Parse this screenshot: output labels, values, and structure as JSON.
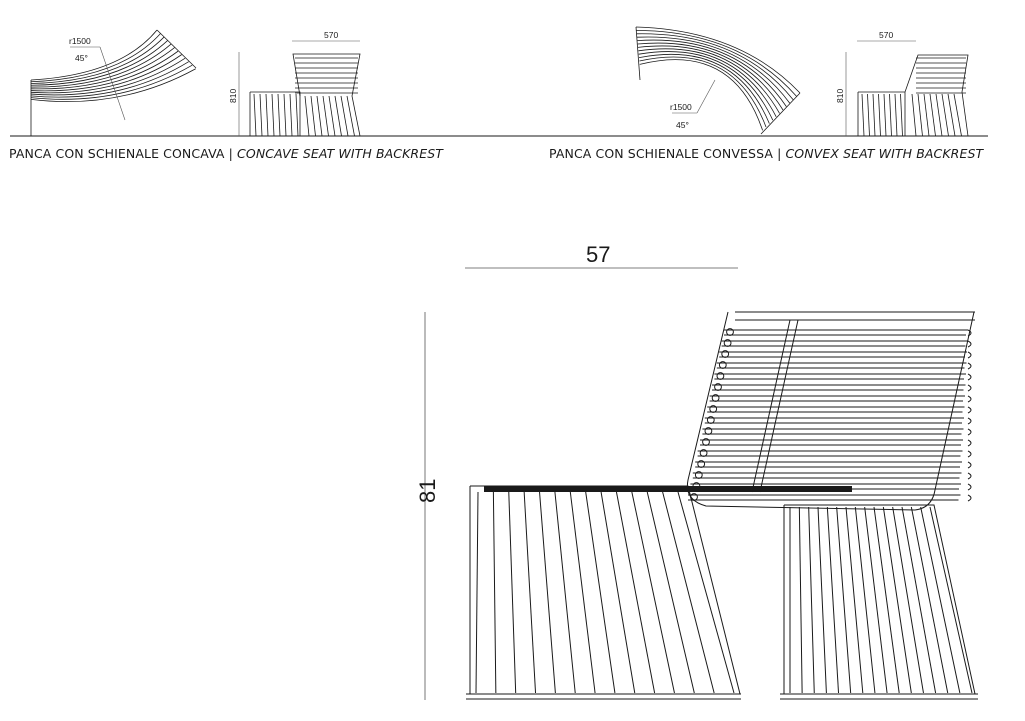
{
  "small_views": {
    "concave": {
      "radius_label": "r1500",
      "angle_label": "45°",
      "width_label": "570",
      "height_label": "810"
    },
    "convex": {
      "radius_label": "r1500",
      "angle_label": "45°",
      "width_label": "570",
      "height_label": "810"
    }
  },
  "captions": {
    "concave_it": "PANCA CON SCHIENALE CONCAVA",
    "separator": " | ",
    "concave_en": "CONCAVE SEAT WITH BACKREST",
    "convex_it": "PANCA CON SCHIENALE CONVESSA",
    "convex_en": "CONVEX SEAT WITH BACKREST"
  },
  "large_view": {
    "width_label": "57",
    "height_label": "81"
  },
  "colors": {
    "line": "#1a1a1a",
    "dim": "#555555",
    "background": "#ffffff"
  }
}
